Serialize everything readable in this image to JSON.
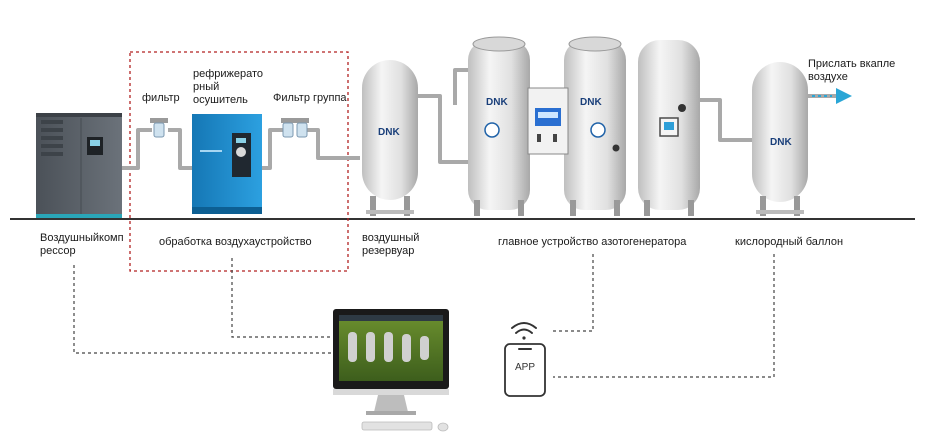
{
  "labels": {
    "compressor": "Воздушныйкомп\nрессор",
    "filter1": "фильтр",
    "dryer": "рефрижерато\nрный\nосушитель",
    "filter_group": "Фильтр группа",
    "treatment": "обработка воздухаустройство",
    "air_tank": "воздушный\nрезервуар",
    "generator": "главное устройство азотогенератора",
    "oxygen_tank": "кислородный баллон",
    "outlet": "Прислать вкапле\nвоздухе"
  },
  "logo_text": "DNK",
  "app_label": "APP",
  "colors": {
    "dashed_line": "#444444",
    "treatment_box": "#b22222",
    "pipe": "#a9a9a9",
    "tank": "#e5e5e5",
    "dryer": "#1f8fd1",
    "compressor": "#5a6068",
    "accent_teal": "#2aa6b8",
    "arrow": "#2aa6d6"
  },
  "icons": [
    "wifi-icon",
    "smartphone-icon",
    "monitor-icon",
    "keyboard-icon",
    "mouse-icon"
  ]
}
